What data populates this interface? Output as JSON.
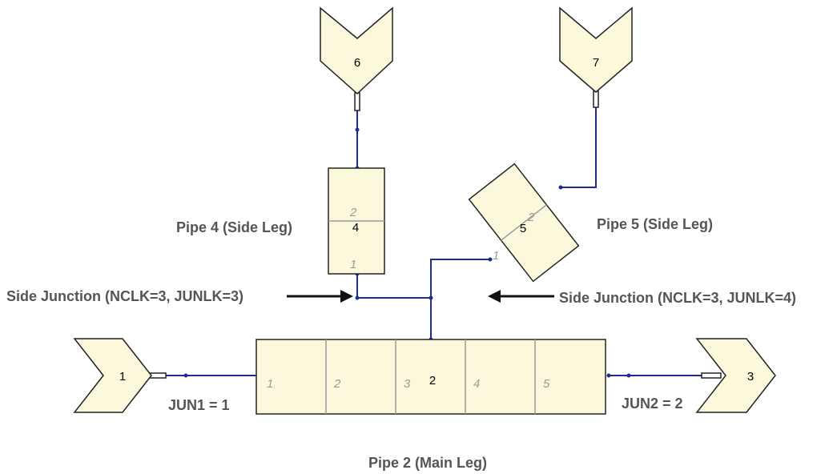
{
  "labels": {
    "pipe4": "Pipe 4 (Side Leg)",
    "pipe5": "Pipe 5 (Side Leg)",
    "pipe2": "Pipe 2 (Main Leg)",
    "side_junction_left": "Side Junction (NCLK=3, JUNLK=3)",
    "side_junction_right": "Side Junction (NCLK=3, JUNLK=4)",
    "jun1": "JUN1 = 1",
    "jun2": "JUN2 = 2"
  },
  "components": {
    "comp1": "1",
    "comp3": "3",
    "comp6": "6",
    "comp7": "7",
    "pipe2_id": "2",
    "pipe4_id": "4",
    "pipe5_id": "5"
  },
  "pipe2_cells": [
    "1",
    "2",
    "3",
    "4",
    "5"
  ],
  "pipe4_cells": [
    "1",
    "2"
  ],
  "pipe5_cells": [
    "1",
    "2"
  ],
  "colors": {
    "fill": "#fcf8dc",
    "wire": "#1f2b8f",
    "label": "#555555",
    "cell_number": "#9a9a9a"
  }
}
